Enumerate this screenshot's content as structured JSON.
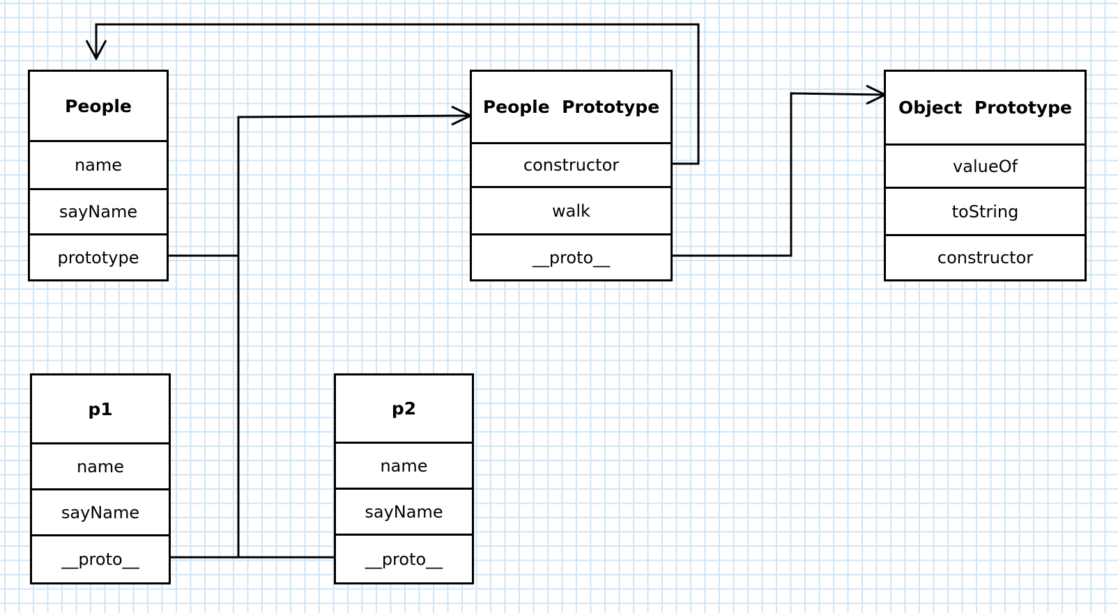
{
  "people": {
    "title": "People",
    "fields": [
      "name",
      "sayName",
      "prototype"
    ]
  },
  "people_prototype": {
    "title": "People  Prototype",
    "fields": [
      "constructor",
      "walk",
      "__proto__"
    ]
  },
  "object_prototype": {
    "title": "Object  Prototype",
    "fields": [
      "valueOf",
      "toString",
      "constructor"
    ]
  },
  "p1": {
    "title": "p1",
    "fields": [
      "name",
      "sayName",
      "__proto__"
    ]
  },
  "p2": {
    "title": "p2",
    "fields": [
      "name",
      "sayName",
      "__proto__"
    ]
  },
  "colors": {
    "grid": "#cfe6f7",
    "line": "#000000"
  }
}
